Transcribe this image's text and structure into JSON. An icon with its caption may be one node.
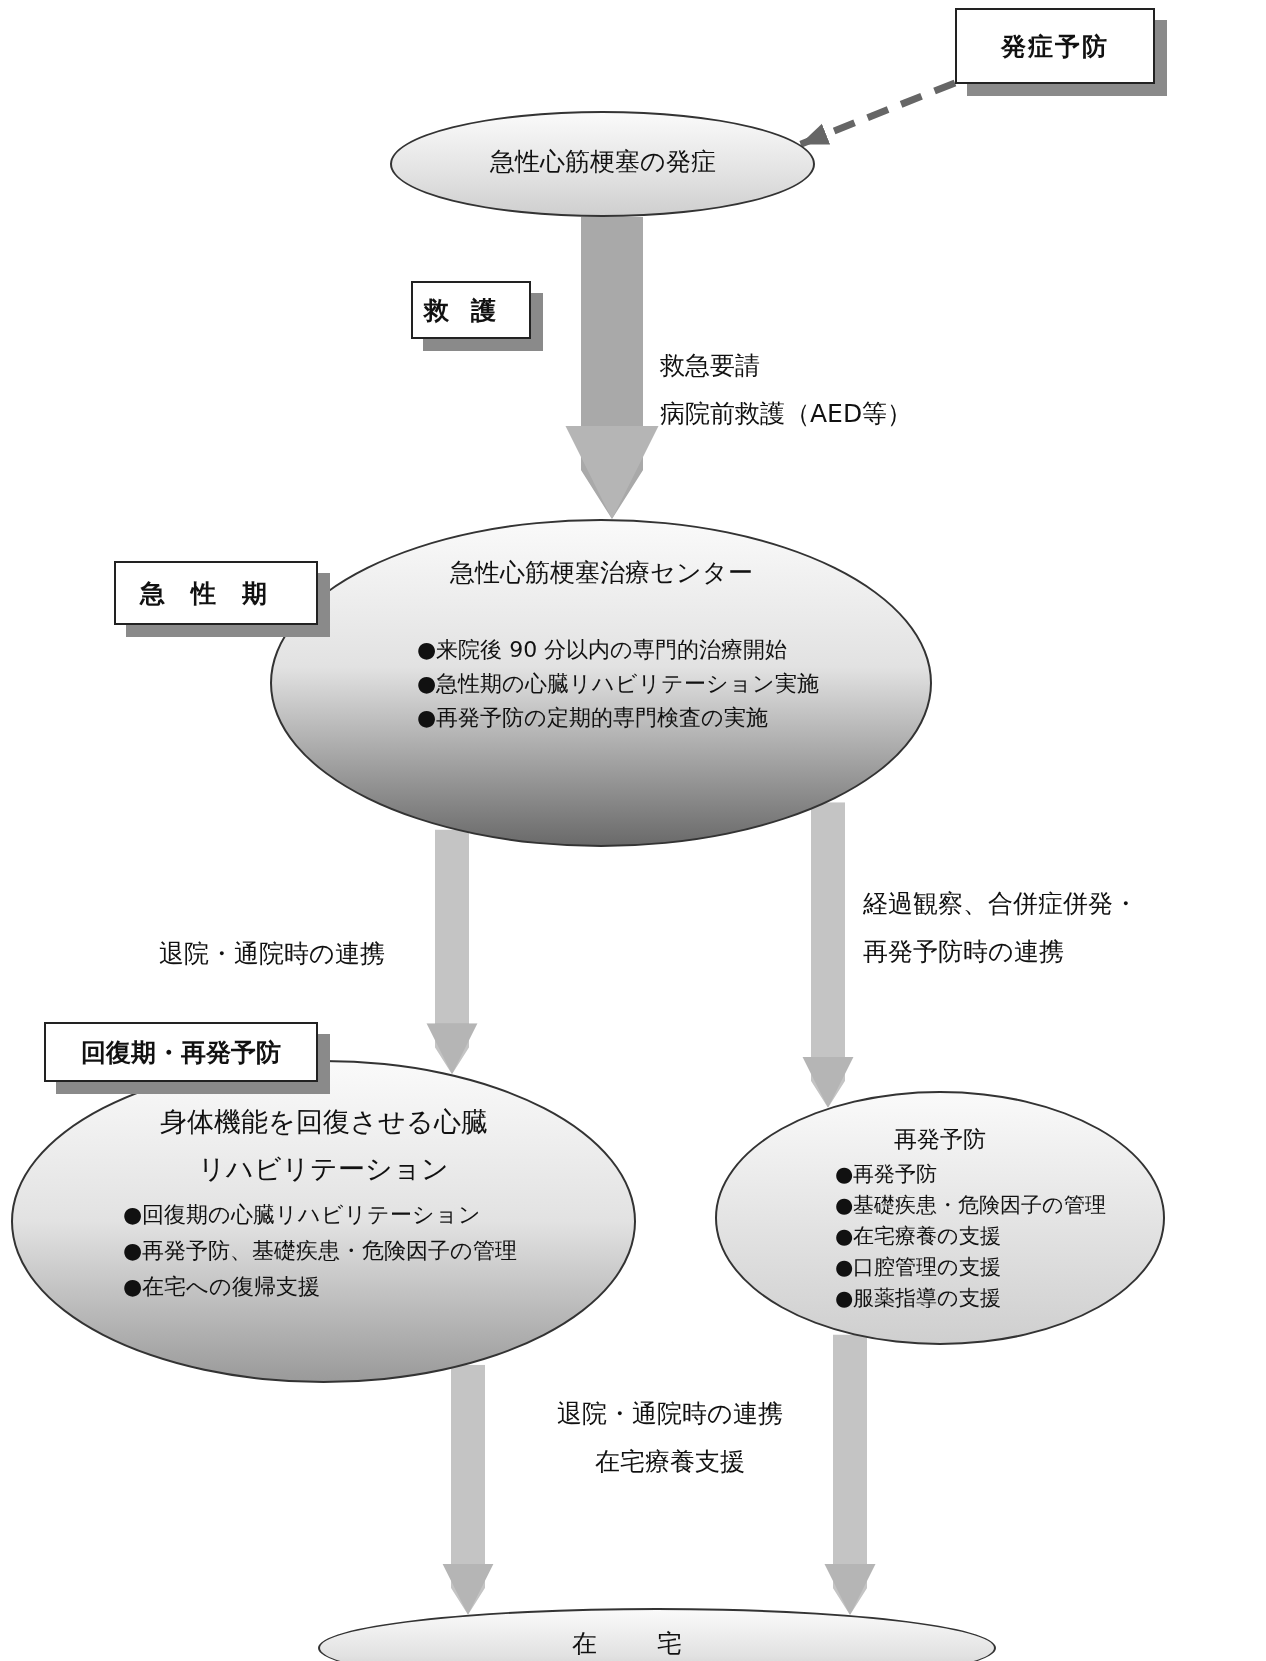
{
  "diagram": {
    "nodes": [
      {
        "text": [
          "発症予防"
        ]
      },
      {
        "text": [
          "急性心筋梗塞の発症"
        ]
      },
      {
        "text": [
          "救護"
        ]
      },
      {
        "text": [
          "急性期"
        ]
      },
      {
        "text": [
          "急性心筋梗塞治療センター",
          "●来院後 90 分以内の専門的治療開始",
          "●急性期の心臓リハビリテーション実施",
          "●再発予防の定期的専門検査の実施"
        ]
      },
      {
        "text": [
          "回復期・再発予防"
        ]
      },
      {
        "text": [
          "身体機能を回復させる心臓リハビリテーション",
          "●回復期の心臓リハビリテーション",
          "●再発予防、基礎疾患・危険因子の管理",
          "●在宅への復帰支援"
        ]
      },
      {
        "text": [
          "再発予防",
          "●再発予防",
          "●基礎疾患・危険因子の管理",
          "●在宅療養の支援",
          "●口腔管理の支援",
          "●服薬指導の支援"
        ]
      },
      {
        "text": [
          "在宅"
        ]
      }
    ],
    "edges": [
      {
        "from": 0,
        "to": 1,
        "arrow": "to",
        "style": "dashed",
        "color": "#666666"
      },
      {
        "from": 1,
        "to": 4,
        "arrow": "to",
        "style": "thick"
      },
      {
        "from": 4,
        "to": 6,
        "arrow": "to"
      },
      {
        "from": 4,
        "to": 7,
        "arrow": "to"
      },
      {
        "from": 6,
        "to": 8,
        "arrow": "to"
      },
      {
        "from": 7,
        "to": 8,
        "arrow": "to"
      }
    ],
    "labels": [
      "救急要請",
      "病院前救護（AED等）",
      "退院・通院時の連携",
      "経過観察、合併症併発・再発予防時の連携",
      "退院・通院時の連携",
      "在宅療養支援"
    ]
  }
}
